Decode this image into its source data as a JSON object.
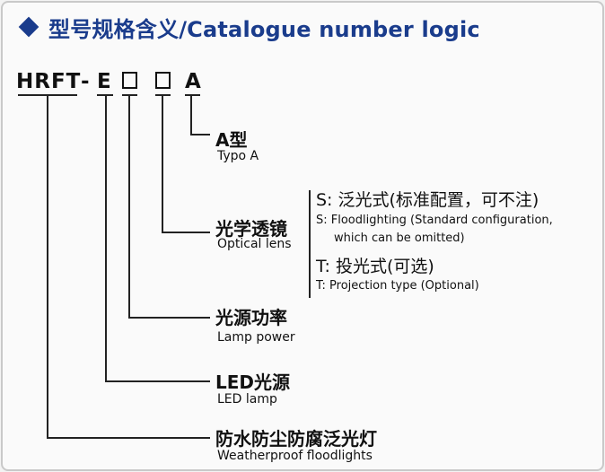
{
  "title": "型号规格含义/Catalogue number logic",
  "code": {
    "prefix": "HRFT",
    "dash": "-",
    "e": "E",
    "suffix": "A"
  },
  "items": [
    {
      "cn": "A型",
      "en": "Typo A"
    },
    {
      "cn": "光学透镜",
      "en": "Optical lens"
    },
    {
      "cn": "光源功率",
      "en": "Lamp power"
    },
    {
      "cn": "LED光源",
      "en": "LED lamp"
    },
    {
      "cn": "防水防尘防腐泛光灯",
      "en": "Weatherproof floodlights"
    }
  ],
  "lens_options": [
    {
      "cn": "S: 泛光式(标准配置，可不注)",
      "en1": "S: Floodlighting (Standard configuration,",
      "en2": "which can be omitted)"
    },
    {
      "cn": "T: 投光式(可选)",
      "en1": "T: Projection type (Optional)"
    }
  ]
}
